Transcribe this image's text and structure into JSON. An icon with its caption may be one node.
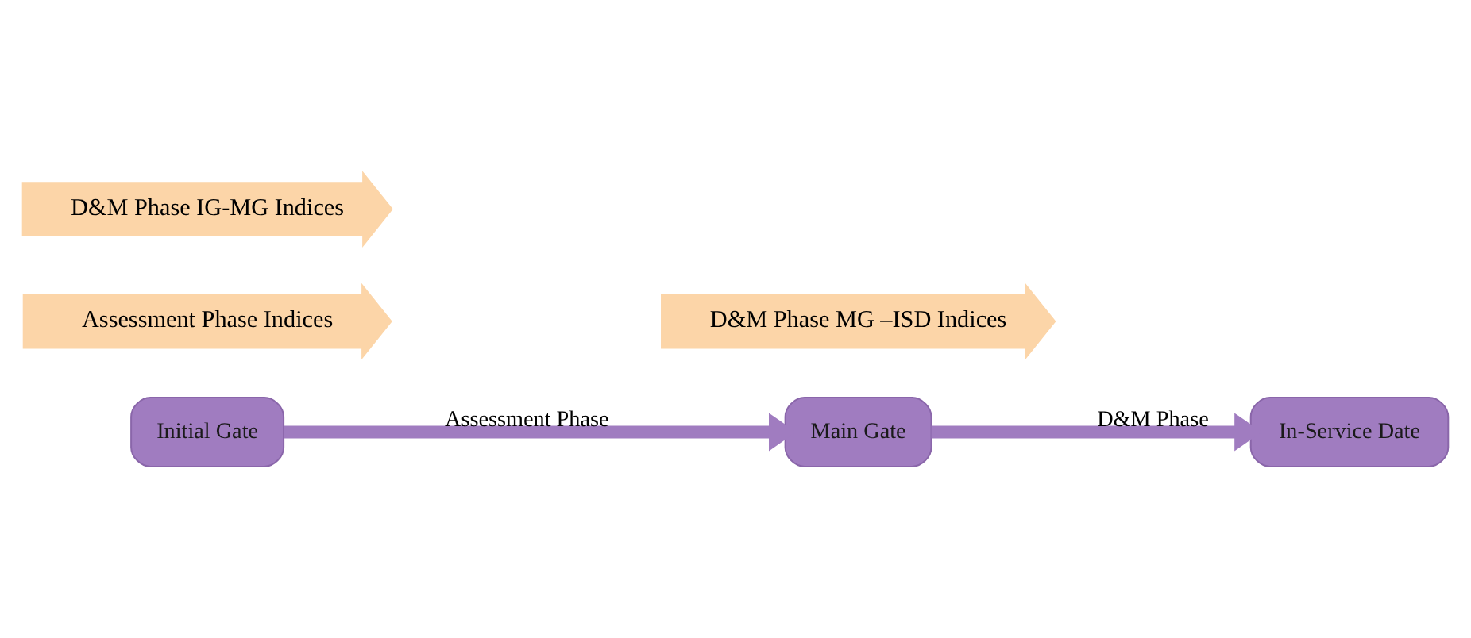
{
  "diagram": {
    "nodes": [
      {
        "text": [
          "Initial Gate"
        ]
      },
      {
        "text": [
          "Main Gate"
        ]
      },
      {
        "text": [
          "In-Service Date"
        ]
      },
      {
        "text": [
          "Assessment Phase Indices"
        ]
      },
      {
        "text": [
          "D&M Phase IG-MG Indices"
        ]
      },
      {
        "text": [
          "D&M Phase MG –ISD Indices"
        ]
      }
    ],
    "edges": [
      {
        "from": 0,
        "to": 1,
        "arrow": "to",
        "label": "Assessment Phase"
      },
      {
        "from": 1,
        "to": 2,
        "arrow": "to",
        "label": "D&M Phase"
      }
    ]
  }
}
